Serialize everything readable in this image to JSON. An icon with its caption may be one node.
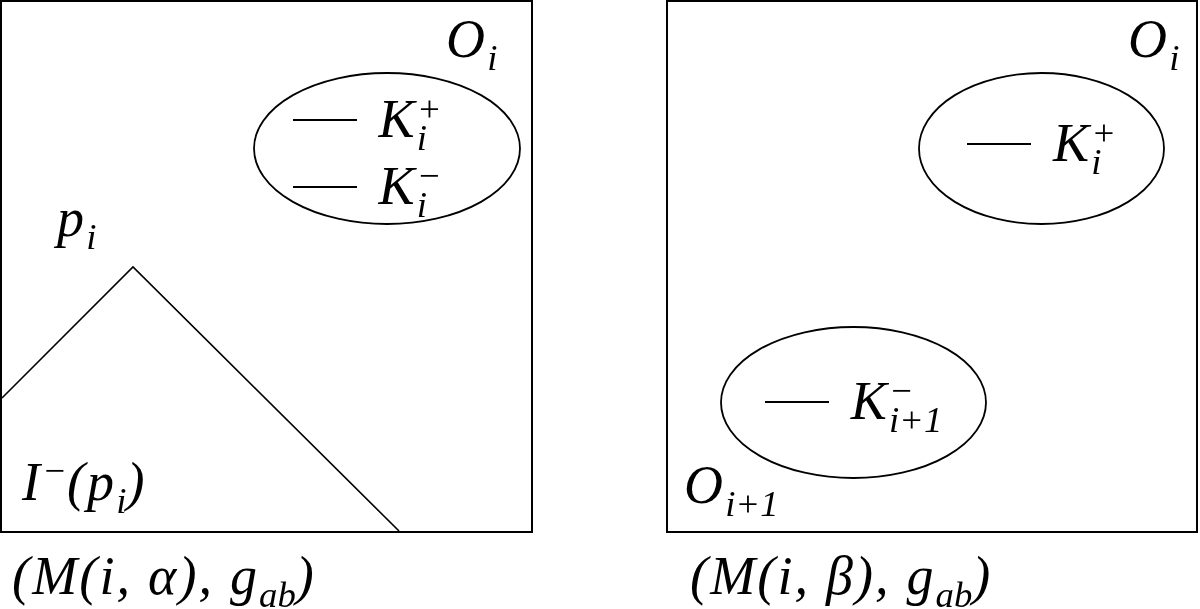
{
  "diagram": {
    "nodes": [
      {
        "text": [],
        "shape": "box",
        "beside": [
          "(M(i, α), g$_{ab}$)"
        ]
      },
      {
        "text": [
          "K$_{i}$$^{+}$",
          "K$_{i}$$^{−}$"
        ],
        "in": 0,
        "beside": [
          "O$_{i}$"
        ]
      },
      {
        "text": [
          "I$^{−}$(p$_{i}$)"
        ],
        "in": 0,
        "beside": [
          "p$_{i}$"
        ]
      },
      {
        "text": [],
        "shape": "box",
        "beside": [
          "(M(i, β), g$_{ab}$)"
        ]
      },
      {
        "text": [
          "K$_{i}$$^{+}$"
        ],
        "in": 3,
        "beside": [
          "O$_{i}$"
        ]
      },
      {
        "text": [
          "K$_{i+1}$$^{−}$"
        ],
        "in": 3,
        "beside": [
          "O$_{i+1}$"
        ]
      }
    ]
  }
}
